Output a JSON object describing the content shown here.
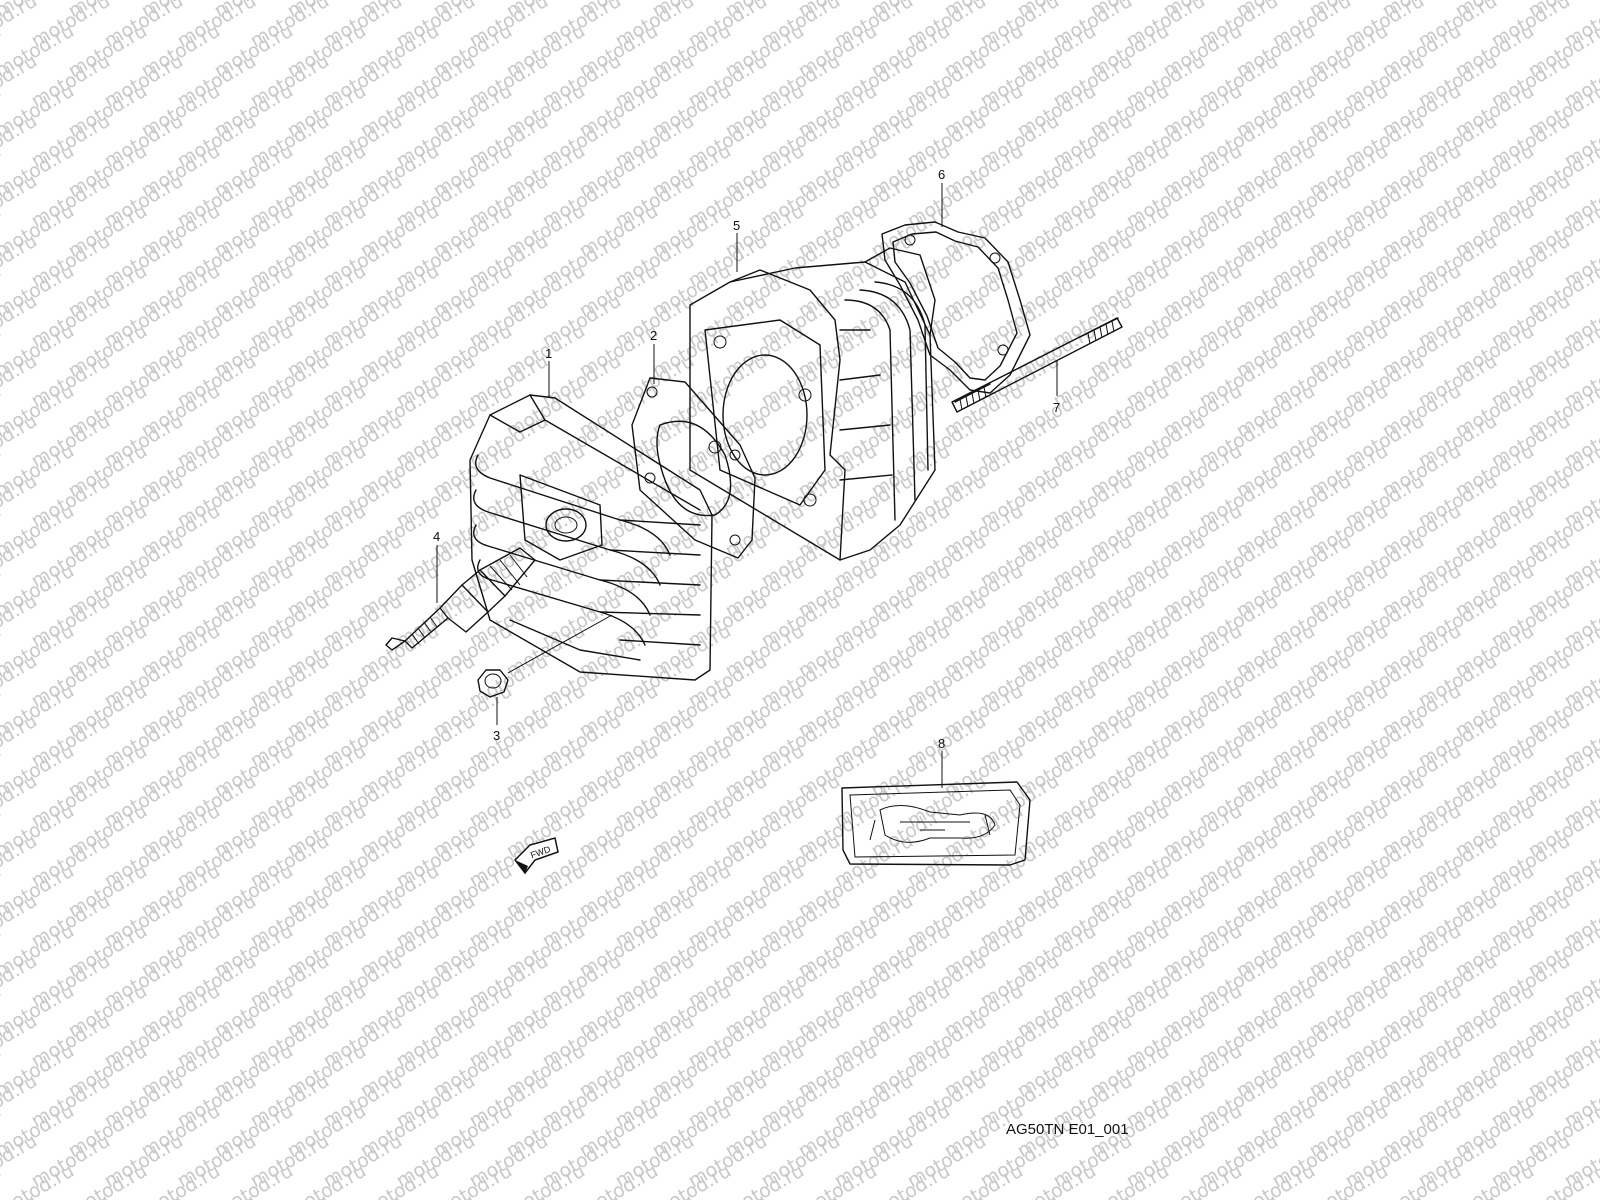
{
  "watermark": "motod.ru",
  "diagram_code": "AG50TN E01_001",
  "fwd_label": "FWD",
  "callouts": {
    "c1": "1",
    "c2": "2",
    "c3": "3",
    "c4": "4",
    "c5": "5",
    "c6": "6",
    "c7": "7",
    "c8": "8"
  }
}
